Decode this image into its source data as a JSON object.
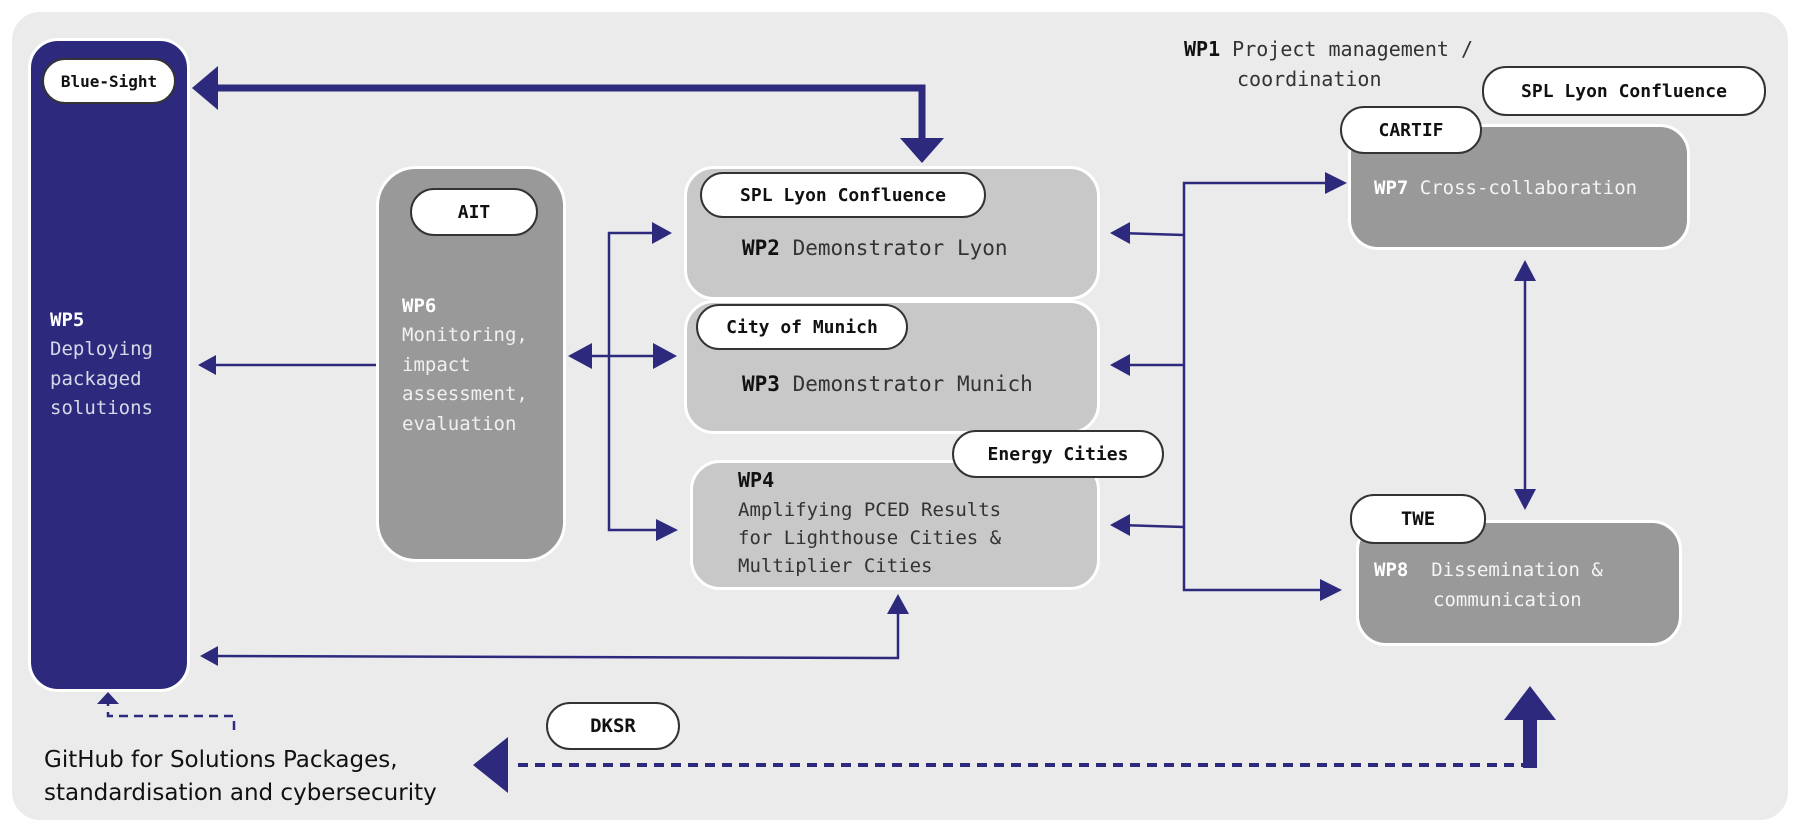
{
  "colors": {
    "accent": "#2d2a7e",
    "dark_box": "#999999",
    "light_box": "#c8c8c8",
    "panel": "#ebebeb"
  },
  "wp1": {
    "code": "WP1",
    "title_line1": "Project management /",
    "title_line2": "coordination"
  },
  "wp5": {
    "code": "WP5",
    "lines": [
      "Deploying",
      "packaged",
      "solutions"
    ],
    "partner": "Blue-Sight"
  },
  "wp6": {
    "code": "WP6",
    "lines": [
      "Monitoring,",
      "impact",
      "assessment,",
      "evaluation"
    ],
    "partner": "AIT"
  },
  "wp2": {
    "code": "WP2",
    "title": "Demonstrator Lyon",
    "partner": "SPL Lyon Confluence"
  },
  "wp3": {
    "code": "WP3",
    "title": "Demonstrator Munich",
    "partner": "City of Munich"
  },
  "wp4": {
    "code": "WP4",
    "lines": [
      "Amplifying PCED Results",
      "for Lighthouse Cities &",
      "Multiplier Cities"
    ],
    "partner": "Energy Cities"
  },
  "wp7": {
    "code": "WP7",
    "title": "Cross-collaboration",
    "partner": "CARTIF",
    "partner2": "SPL Lyon Confluence"
  },
  "wp8": {
    "code": "WP8",
    "line1": "Dissemination &",
    "line2": "communication",
    "partner": "TWE"
  },
  "github": {
    "line1": "GitHub for Solutions Packages,",
    "line2": "standardisation and cybersecurity",
    "partner": "DKSR"
  }
}
